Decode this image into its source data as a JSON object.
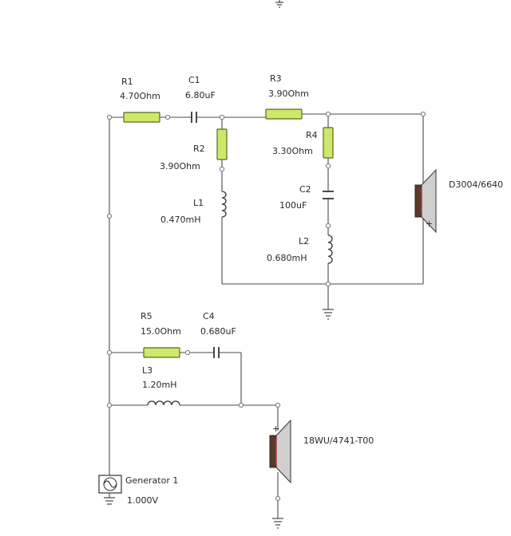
{
  "components": {
    "r1": {
      "ref": "R1",
      "value": "4.70Ohm"
    },
    "c1": {
      "ref": "C1",
      "value": "6.80uF"
    },
    "r3": {
      "ref": "R3",
      "value": "3.90Ohm"
    },
    "r2": {
      "ref": "R2",
      "value": "3.90Ohm"
    },
    "r4": {
      "ref": "R4",
      "value": "3.30Ohm"
    },
    "l1": {
      "ref": "L1",
      "value": "0.470mH"
    },
    "c2": {
      "ref": "C2",
      "value": "100uF"
    },
    "l2": {
      "ref": "L2",
      "value": "0.680mH"
    },
    "r5": {
      "ref": "R5",
      "value": "15.0Ohm"
    },
    "c4": {
      "ref": "C4",
      "value": "0.680uF"
    },
    "l3": {
      "ref": "L3",
      "value": "1.20mH"
    }
  },
  "speakers": {
    "tweeter": {
      "model": "D3004/6640",
      "polarity": "+"
    },
    "woofer": {
      "model": "18WU/4741-T00",
      "polarity": "+"
    }
  },
  "generator": {
    "name": "Generator 1",
    "value": "1.000V"
  }
}
